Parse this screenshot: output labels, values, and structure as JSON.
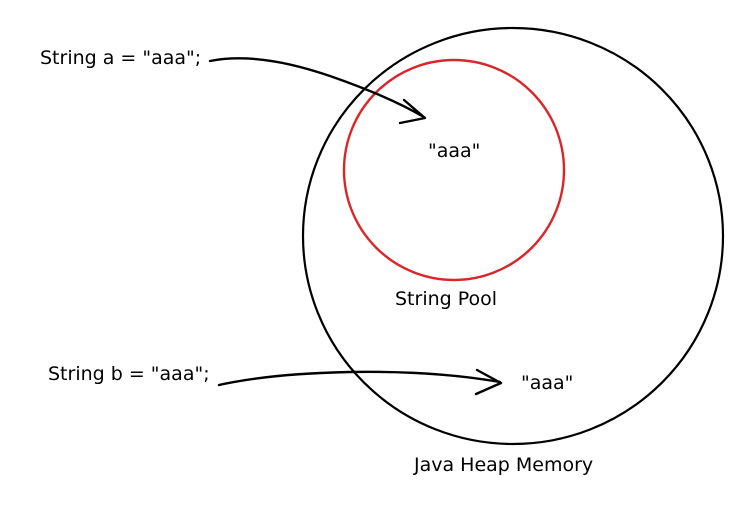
{
  "labels": {
    "code_a": "String a = \"aaa\";",
    "code_b": "String b = \"aaa\";",
    "pool_value": "\"aaa\"",
    "heap_value": "\"aaa\"",
    "string_pool": "String Pool",
    "java_heap": "Java Heap Memory"
  },
  "colors": {
    "heap_circle": "#000000",
    "pool_circle": "#d9262b",
    "arrows": "#000000",
    "text": "#000000"
  }
}
